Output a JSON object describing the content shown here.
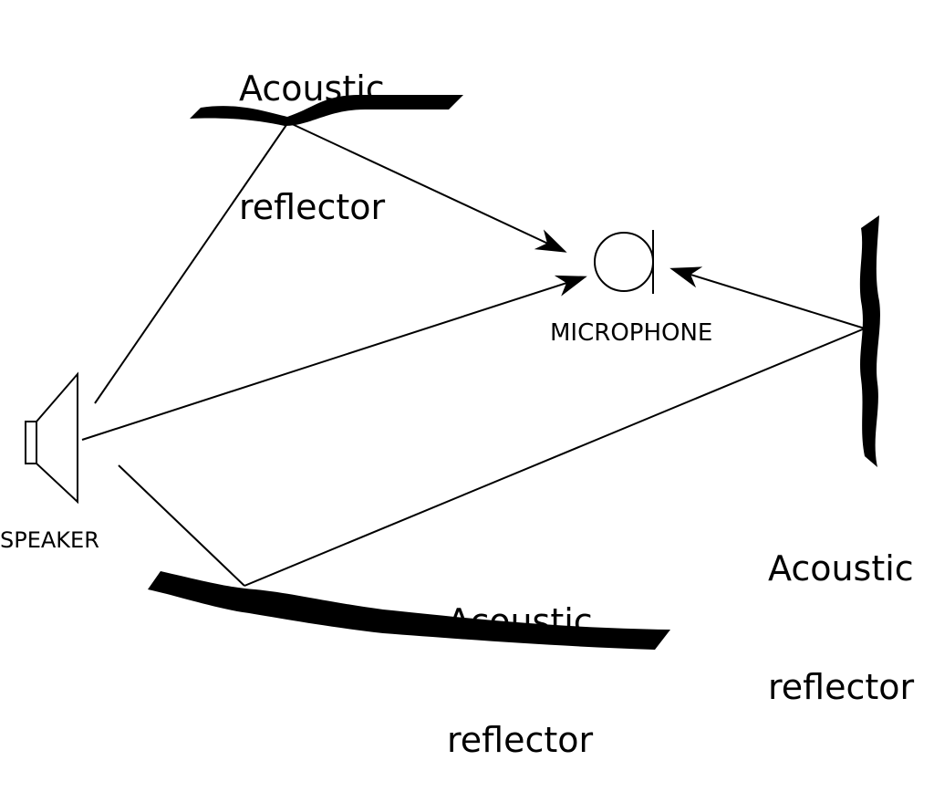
{
  "labels": {
    "top_reflector": [
      "Acoustic",
      "reflector"
    ],
    "right_reflector": [
      "Acoustic",
      "reflector"
    ],
    "bottom_reflector": [
      "Acoustic",
      "reflector"
    ],
    "microphone": "MICROPHONE",
    "speaker": "SPEAKER"
  },
  "colors": {
    "ink": "#000000",
    "background": "#ffffff"
  }
}
